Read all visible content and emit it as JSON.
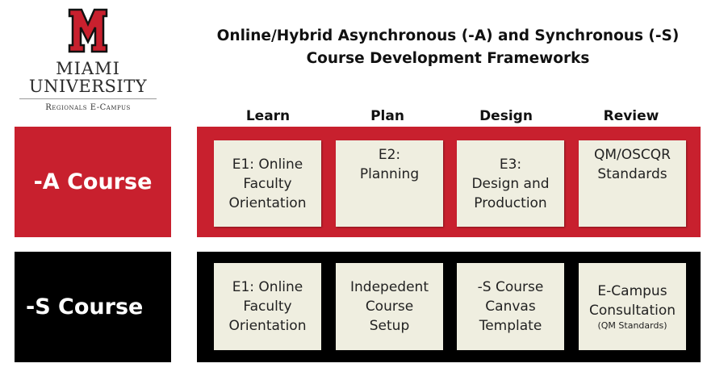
{
  "logo": {
    "line1": "MIAMI",
    "line2": "UNIVERSITY",
    "line3": "Regionals E-Campus",
    "color": "#c8202e"
  },
  "title": {
    "line1": "Online/Hybrid Asynchronous (-A) and Synchronous (-S)",
    "line2": "Course Development Frameworks"
  },
  "columns": [
    "Learn",
    "Plan",
    "Design",
    "Review"
  ],
  "rows": [
    {
      "label": "-A Course",
      "color": "#c8202e",
      "cards": [
        {
          "lines": [
            "E1: Online",
            "Faculty",
            "Orientation"
          ]
        },
        {
          "lines": [
            "E2:",
            "Planning"
          ]
        },
        {
          "lines": [
            "E3:",
            "Design and",
            "Production"
          ]
        },
        {
          "lines": [
            "QM/OSCQR",
            "Standards"
          ]
        }
      ]
    },
    {
      "label": "-S Course",
      "color": "#000000",
      "cards": [
        {
          "lines": [
            "E1: Online",
            "Faculty",
            "Orientation"
          ]
        },
        {
          "lines": [
            "Indepedent",
            "Course",
            "Setup"
          ]
        },
        {
          "lines": [
            "-S Course",
            "Canvas",
            "Template"
          ]
        },
        {
          "lines": [
            "E-Campus",
            "Consultation"
          ],
          "note": "(QM Standards)"
        }
      ]
    }
  ]
}
